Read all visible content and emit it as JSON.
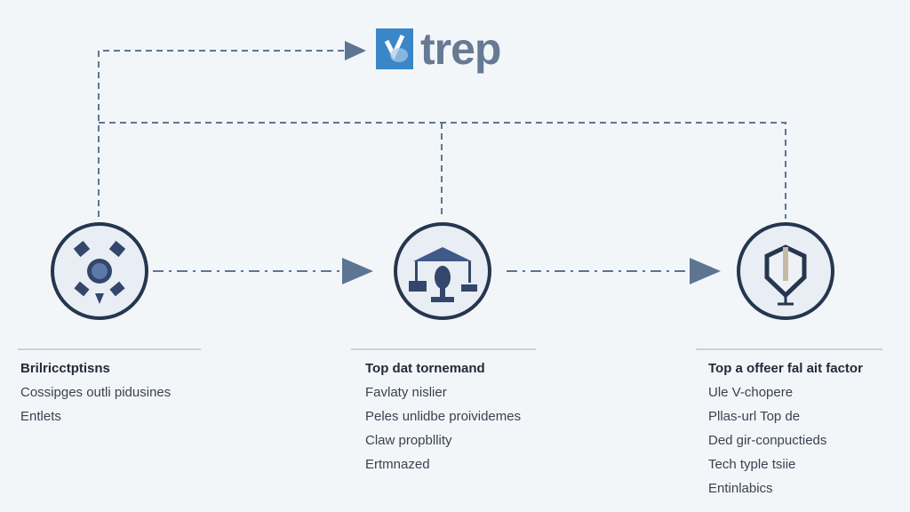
{
  "logo": {
    "text": "trep"
  },
  "columns": [
    {
      "title": "Brilricctptisns",
      "items": [
        "Cossipges outli pidusines",
        "Entlets"
      ]
    },
    {
      "title": "Top dat tornemand",
      "items": [
        "Favlaty nislier",
        "Peles unlidbe proividemes",
        "Claw propbllity",
        "Ertmnazed"
      ]
    },
    {
      "title": "Top a offeer fal ait factor",
      "items": [
        "Ule V-chopere",
        "Pllas-url Top de",
        "Ded gir-conpuctieds",
        "Tech typle tsiie",
        "Entinlabics"
      ]
    }
  ],
  "colors": {
    "line": "#5d7593",
    "node_border": "#26364f",
    "logo_blue": "#3b86c8"
  }
}
